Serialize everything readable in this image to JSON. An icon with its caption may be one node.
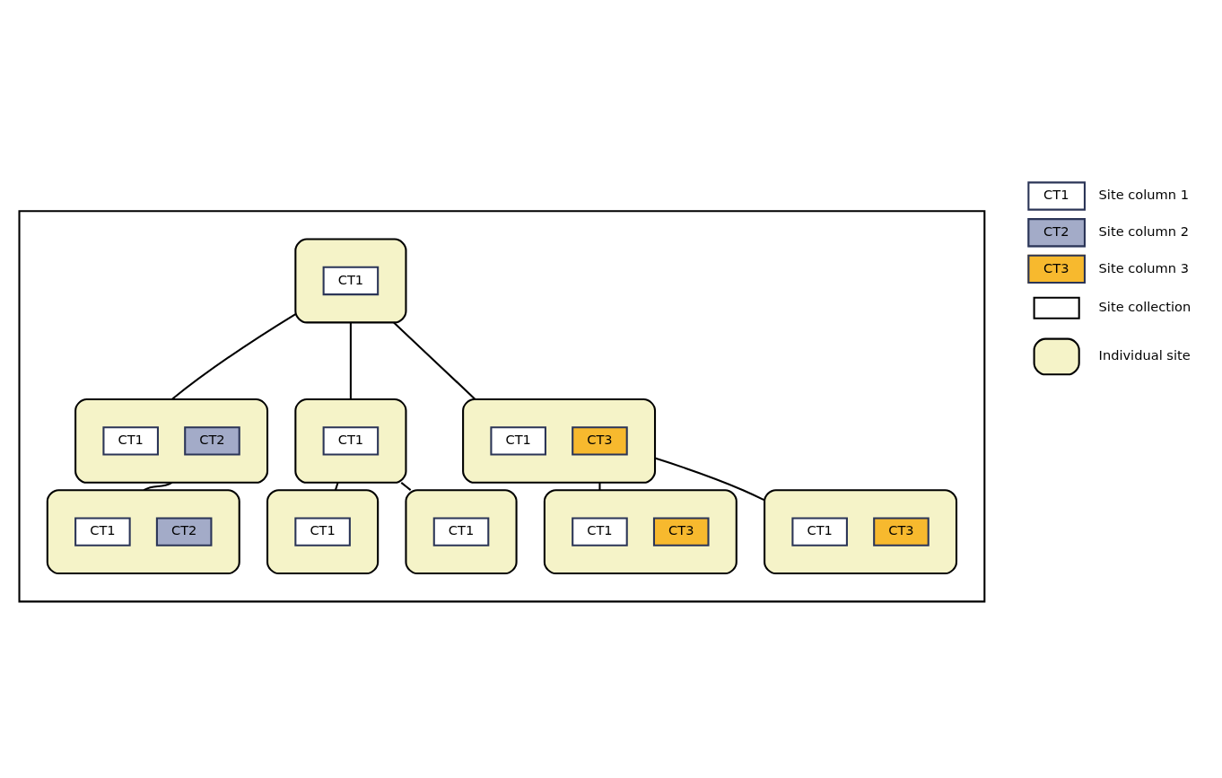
{
  "diagram": {
    "nodes": [
      {
        "text": [],
        "shape": "triangle"
      },
      {
        "text": [],
        "shape": "box",
        "in": 0
      },
      {
        "text": [
          "CT1"
        ],
        "in": 1
      },
      {
        "text": [],
        "shape": "box",
        "in": 0
      },
      {
        "text": [
          "CT1"
        ],
        "in": 3
      },
      {
        "text": [
          "CT2"
        ],
        "in": 3
      },
      {
        "text": [],
        "shape": "box",
        "in": 0
      },
      {
        "text": [
          "CT1"
        ],
        "in": 6
      },
      {
        "text": [],
        "shape": "box",
        "in": 0
      },
      {
        "text": [
          "CT1"
        ],
        "in": 8
      },
      {
        "text": [
          "CT3"
        ],
        "in": 8
      },
      {
        "text": [],
        "shape": "box",
        "in": 0
      },
      {
        "text": [
          "CT1"
        ],
        "in": 11
      },
      {
        "text": [
          "CT2"
        ],
        "in": 11
      },
      {
        "text": [],
        "shape": "box",
        "in": 0
      },
      {
        "text": [
          "CT1"
        ],
        "in": 14
      },
      {
        "text": [],
        "shape": "box",
        "in": 0
      },
      {
        "text": [
          "CT1"
        ],
        "in": 16
      },
      {
        "text": [],
        "shape": "box",
        "in": 0
      },
      {
        "text": [
          "CT1"
        ],
        "in": 18
      },
      {
        "text": [
          "CT3"
        ],
        "in": 18
      },
      {
        "text": [],
        "shape": "box",
        "in": 0
      },
      {
        "text": [
          "CT1"
        ],
        "in": 21
      },
      {
        "text": [
          "CT3"
        ],
        "in": 21
      }
    ],
    "edges": [
      {
        "from": 1,
        "to": 3,
        "arrow": "none"
      },
      {
        "from": 1,
        "to": 6,
        "arrow": "none"
      },
      {
        "from": 1,
        "to": 8,
        "arrow": "none"
      },
      {
        "from": 3,
        "to": 11,
        "arrow": "none"
      },
      {
        "from": 6,
        "to": 14,
        "arrow": "none"
      },
      {
        "from": 6,
        "to": 16,
        "arrow": "none"
      },
      {
        "from": 8,
        "to": 18,
        "arrow": "none"
      },
      {
        "from": 8,
        "to": 21,
        "arrow": "none"
      }
    ],
    "labels": [
      "CT1",
      "CT2",
      "CT3"
    ],
    "legend": [
      {
        "text": "Site column 1",
        "color": "#ffffff"
      },
      {
        "text": "Site column 2",
        "color": "#a3abc8"
      },
      {
        "text": "Site column 3",
        "color": "#f7b92e"
      },
      {
        "text": "Site collection"
      },
      {
        "text": "Individual site"
      }
    ]
  }
}
